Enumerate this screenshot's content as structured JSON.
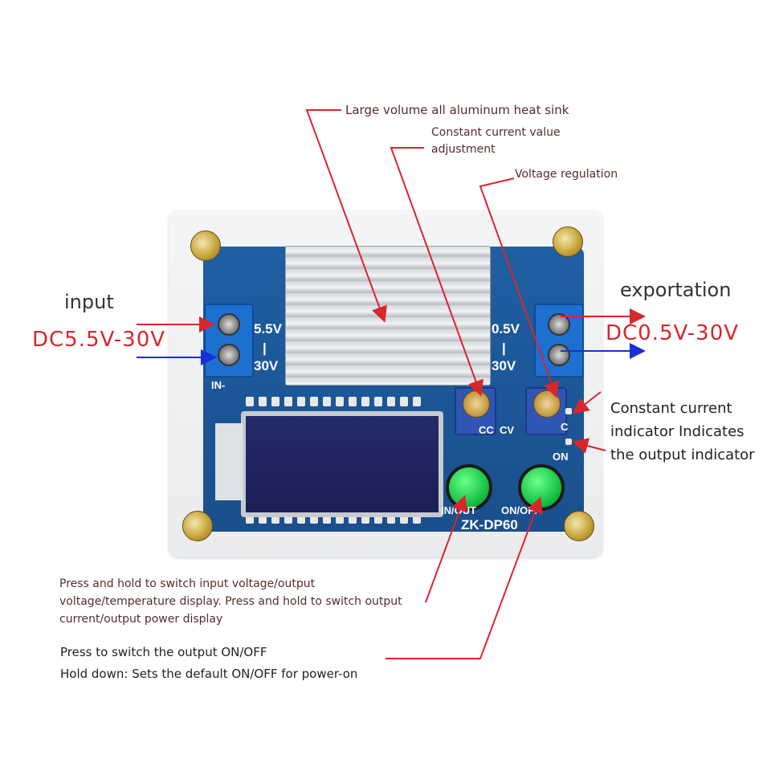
{
  "callouts": {
    "heatsink": "Large volume all aluminum heat sink",
    "current_adj_line1": "Constant current value",
    "current_adj_line2": "adjustment",
    "voltage_reg": "Voltage regulation",
    "input_label": "input",
    "input_range": "DC5.5V-30V",
    "output_label": "exportation",
    "output_range": "DC0.5V-30V",
    "indicator_line1": "Constant current",
    "indicator_line2": "indicator Indicates",
    "indicator_line3": "the output indicator",
    "inout_line1": "Press and hold to switch input voltage/output",
    "inout_line2": "voltage/temperature display. Press and hold to switch output",
    "inout_line3": "current/output power display",
    "onoff_line1": "Press to switch the output ON/OFF",
    "onoff_line2": "Hold down: Sets the default ON/OFF for power-on"
  },
  "board": {
    "model": "ZK-DP60",
    "in_voltage_top": "5.5V",
    "in_voltage_bot": "30V",
    "out_voltage_top": "0.5V",
    "out_voltage_bot": "30V",
    "in_minus": "IN-",
    "cc": "CC",
    "cv": "CV",
    "c_label": "C",
    "on_label": "ON",
    "btn_inout": "IN/OUT",
    "btn_onoff": "ON/OFF"
  },
  "colors": {
    "arrow_red": "#d9262b",
    "arrow_blue": "#1a2fd6",
    "pcb_blue": "#1f5fa3",
    "button_green": "#19c447"
  }
}
